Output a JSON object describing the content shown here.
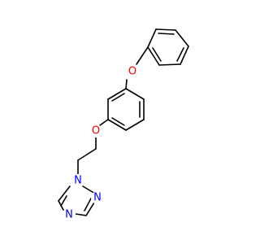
{
  "molecule": {
    "atoms": {
      "o_top": {
        "label": "O",
        "color": "#ff0000"
      },
      "o_mid": {
        "label": "O",
        "color": "#ff0000"
      },
      "n1": {
        "label": "N",
        "color": "#0000ff"
      },
      "n2": {
        "label": "N",
        "color": "#0000ff"
      },
      "n4": {
        "label": "N",
        "color": "#0000ff"
      }
    },
    "bond_color": "#000000"
  }
}
